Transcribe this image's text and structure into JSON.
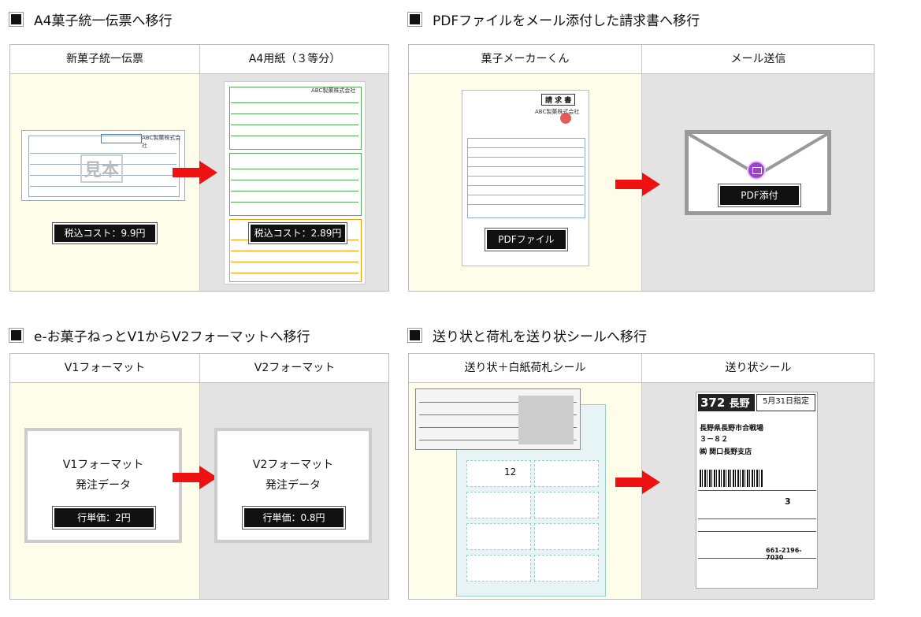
{
  "sections": [
    {
      "title": "A4菓子統一伝票へ移行",
      "left": {
        "header": "新菓子統一伝票",
        "cost_label": "税込コスト：9.9円",
        "doc_company": "ABC製菓株式会社",
        "doc_stamp": "見本"
      },
      "right": {
        "header": "A4用紙（３等分）",
        "cost_label": "税込コスト：2.89円",
        "doc_company": "ABC製菓株式会社"
      }
    },
    {
      "title": "PDFファイルをメール添付した請求書へ移行",
      "left": {
        "header": "菓子メーカーくん",
        "file_label": "PDFファイル",
        "doc_heading": "請 求 書",
        "doc_company": "ABC製菓株式会社"
      },
      "right": {
        "header": "メール送信",
        "attach_label": "PDF添付"
      }
    },
    {
      "title": "e-お菓子ねっとV1からV2フォーマットへ移行",
      "left": {
        "header": "V1フォーマット",
        "line1": "V1フォーマット",
        "line2": "発注データ",
        "price_label": "行単価：2円"
      },
      "right": {
        "header": "V2フォーマット",
        "line1": "V2フォーマット",
        "line2": "発注データ",
        "price_label": "行単価：0.8円"
      }
    },
    {
      "title": "送り状と荷札を送り状シールへ移行",
      "left": {
        "header": "送り状＋白紙荷札シール",
        "tag_number": "12"
      },
      "right": {
        "header": "送り状シール",
        "label_number": "372",
        "label_city": "長野",
        "label_date": "5月31日指定",
        "label_addr1": "長野県長野市合戦場",
        "label_addr2": "３－８２",
        "label_name": "㈱ 関口長野支店",
        "label_tel": "661-2196-7030",
        "label_count": "3"
      }
    }
  ]
}
